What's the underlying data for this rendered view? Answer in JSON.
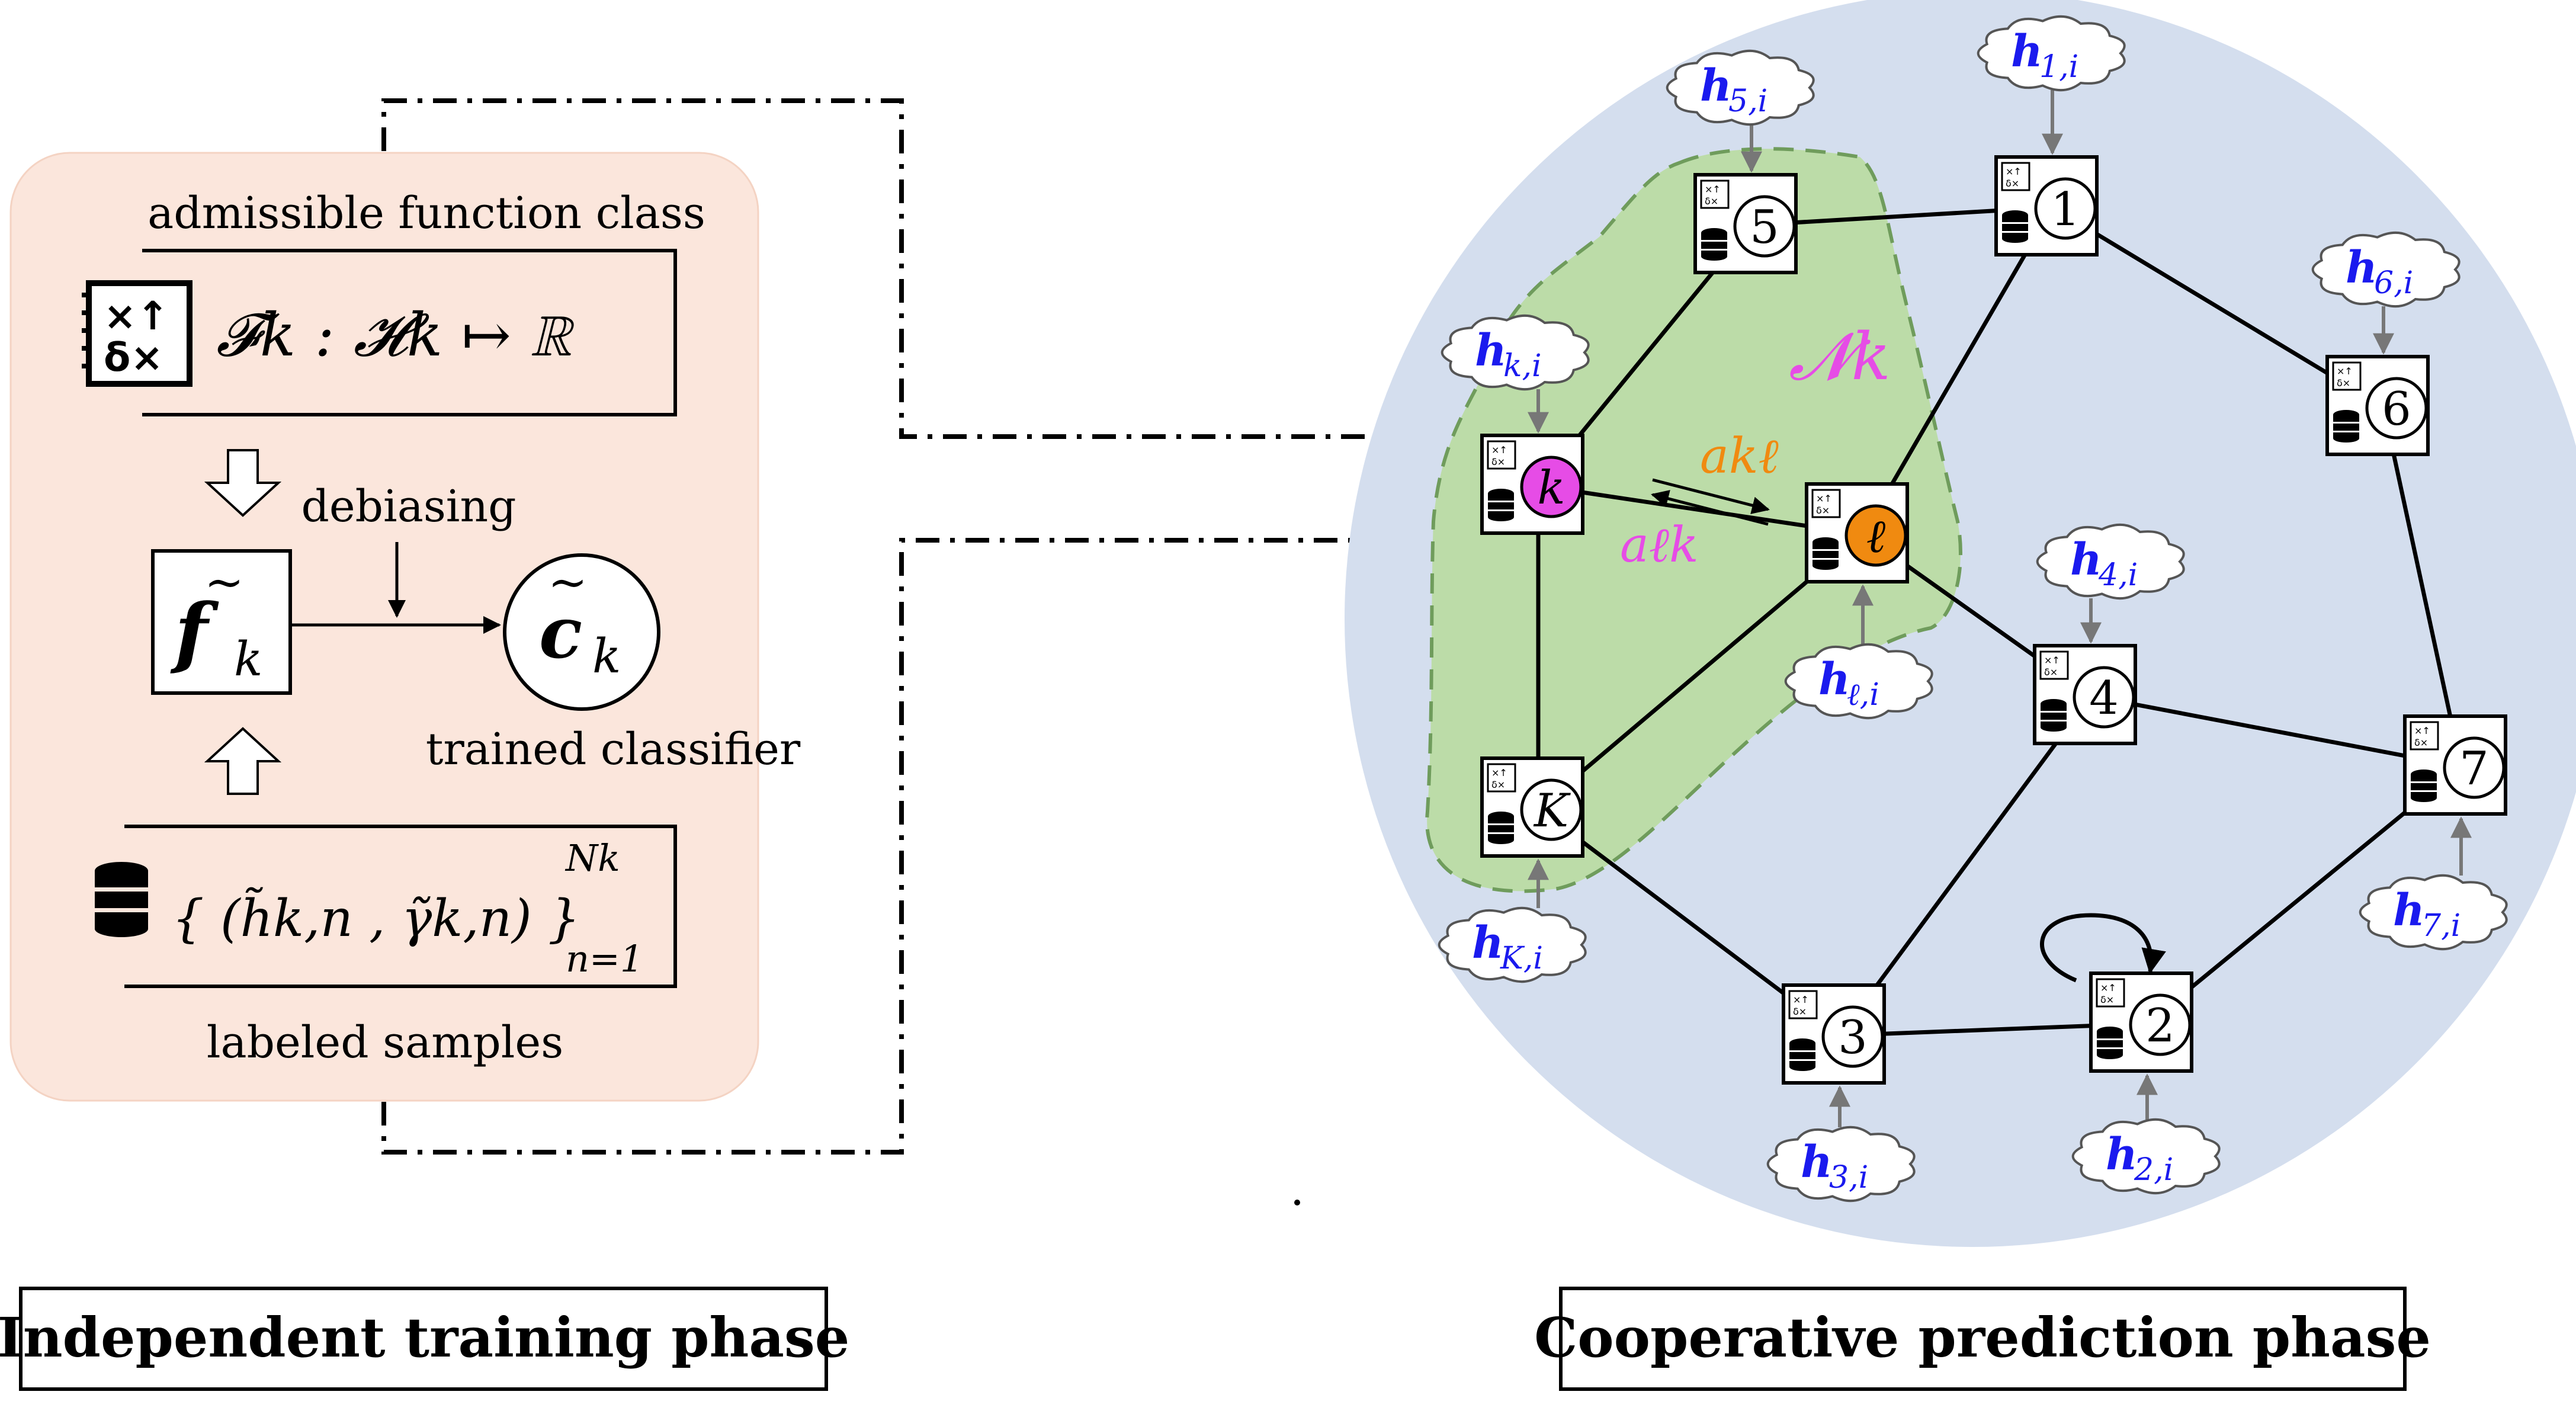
{
  "training": {
    "function_class_caption": "admissible function class",
    "function_class_expr": "𝓕k : 𝓗k ↦ ℝ",
    "debiasing": "debiasing",
    "f_symbol": "f",
    "f_sub": "k",
    "c_symbol": "c",
    "c_sub": "k",
    "trained_classifier": "trained classifier",
    "samples_lhs": "{ (h̃k,n , γ̃k,n) }",
    "samples_sup": "Nk",
    "samples_sub": "n=1",
    "labeled_samples": "labeled samples",
    "phase_title": "Independent training phase"
  },
  "prediction": {
    "neighborhood_label": "𝓝k",
    "a_kl": "akℓ",
    "a_lk": "aℓk",
    "phase_title": "Cooperative prediction phase",
    "nodes": [
      {
        "id": "k",
        "label": "k",
        "color": "#e64ce6"
      },
      {
        "id": "l",
        "label": "ℓ",
        "color": "#f08a10"
      },
      {
        "id": "K",
        "label": "K",
        "color": "#ffffff"
      },
      {
        "id": "1",
        "label": "1",
        "color": "#ffffff"
      },
      {
        "id": "2",
        "label": "2",
        "color": "#ffffff"
      },
      {
        "id": "3",
        "label": "3",
        "color": "#ffffff"
      },
      {
        "id": "4",
        "label": "4",
        "color": "#ffffff"
      },
      {
        "id": "5",
        "label": "5",
        "color": "#ffffff"
      },
      {
        "id": "6",
        "label": "6",
        "color": "#ffffff"
      },
      {
        "id": "7",
        "label": "7",
        "color": "#ffffff"
      }
    ],
    "clouds": [
      {
        "node": "5",
        "main": "h",
        "sub": "5,i"
      },
      {
        "node": "1",
        "main": "h",
        "sub": "1,i"
      },
      {
        "node": "6",
        "main": "h",
        "sub": "6,i"
      },
      {
        "node": "k",
        "main": "h",
        "sub": "k,i"
      },
      {
        "node": "4",
        "main": "h",
        "sub": "4,i"
      },
      {
        "node": "l",
        "main": "h",
        "sub": "ℓ,i"
      },
      {
        "node": "K",
        "main": "h",
        "sub": "K,i"
      },
      {
        "node": "7",
        "main": "h",
        "sub": "7,i"
      },
      {
        "node": "3",
        "main": "h",
        "sub": "3,i"
      },
      {
        "node": "2",
        "main": "h",
        "sub": "2,i"
      }
    ],
    "edges": [
      [
        "5",
        "1"
      ],
      [
        "5",
        "k"
      ],
      [
        "1",
        "l"
      ],
      [
        "1",
        "6"
      ],
      [
        "6",
        "7"
      ],
      [
        "k",
        "l"
      ],
      [
        "k",
        "K"
      ],
      [
        "K",
        "l"
      ],
      [
        "K",
        "3"
      ],
      [
        "l",
        "4"
      ],
      [
        "4",
        "7"
      ],
      [
        "4",
        "3"
      ],
      [
        "3",
        "2"
      ],
      [
        "2",
        "7"
      ]
    ]
  },
  "colors": {
    "training_bg": "#fbe6dc",
    "circle_bg": "#d4deee",
    "neighborhood": "#bcdca8",
    "neighborhood_border": "#6f9c5c",
    "node_k": "#e64ce6",
    "node_l": "#f08a10",
    "label_orange": "#f08a10",
    "label_magenta": "#e64ce6",
    "blue_text": "#1a1aee"
  }
}
